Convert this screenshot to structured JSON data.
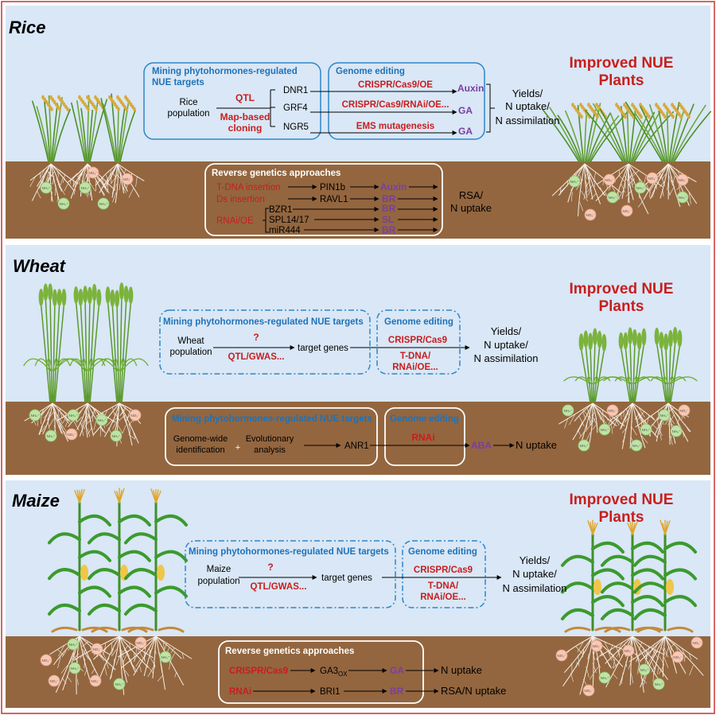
{
  "colors": {
    "sky": "#d9e7f6",
    "soil": "#93663f",
    "red": "#c81e1e",
    "blue": "#1f72b8",
    "purple": "#7a3ea0",
    "frame": "#c83232"
  },
  "rice": {
    "title": "Rice",
    "improved": [
      "Improved NUE",
      "Plants"
    ],
    "mining_title": [
      "Mining phytohormones-regulated",
      "NUE targets"
    ],
    "population": [
      "Rice",
      "population"
    ],
    "methods": [
      "QTL",
      "Map-based",
      "cloning"
    ],
    "genes": [
      "DNR1",
      "GRF4",
      "NGR5"
    ],
    "editing_title": "Genome editing",
    "editing_methods": [
      "CRISPR/Cas9/OE",
      "CRISPR/Cas9/RNAi/OE...",
      "EMS mutagenesis"
    ],
    "hormones": [
      "Auxin",
      "GA",
      "GA"
    ],
    "outcomes": [
      "Yields/",
      "N uptake/",
      "N assimilation"
    ],
    "reverse_title": "Reverse genetics approaches",
    "rev_methods": [
      "T-DNA insertion",
      "Ds insertion",
      "RNAi/OE"
    ],
    "rev_genes": [
      "PIN1b",
      "RAVL1",
      "BZR1",
      "SPL14/17",
      "miR444"
    ],
    "rev_hormones": [
      "Auxin",
      "BR",
      "BR",
      "SL",
      "BR"
    ],
    "rev_outcomes": [
      "RSA/",
      "N uptake"
    ]
  },
  "wheat": {
    "title": "Wheat",
    "improved": [
      "Improved NUE",
      "Plants"
    ],
    "mining_title": "Mining phytohormones-regulated NUE targets",
    "population": [
      "Wheat",
      "population"
    ],
    "question": "?",
    "method": "QTL/GWAS...",
    "target": "target genes",
    "editing_title": "Genome editing",
    "editing_methods": [
      "CRISPR/Cas9",
      "T-DNA/",
      "RNAi/OE..."
    ],
    "outcomes": [
      "Yields/",
      "N uptake/",
      "N assimilation"
    ],
    "root_mining_title": "Mining phytohormones-regulated NUE targets",
    "root_genome": [
      "Genome-wide",
      "identification"
    ],
    "plus": "+",
    "root_evo": [
      "Evolutionary",
      "analysis"
    ],
    "root_gene": "ANR1",
    "root_editing_title": "Genome editing",
    "root_method": "RNAi",
    "root_hormone": "ABA",
    "root_outcome": "N uptake"
  },
  "maize": {
    "title": "Maize",
    "improved": [
      "Improved NUE",
      "Plants"
    ],
    "mining_title": "Mining phytohormones-regulated NUE targets",
    "population": [
      "Maize",
      "population"
    ],
    "question": "?",
    "method": "QTL/GWAS...",
    "target": "target genes",
    "editing_title": "Genome editing",
    "editing_methods": [
      "CRISPR/Cas9",
      "T-DNA/",
      "RNAi/OE..."
    ],
    "outcomes": [
      "Yields/",
      "N uptake/",
      "N assimilation"
    ],
    "reverse_title": "Reverse genetics approaches",
    "rev_methods": [
      "CRISPR/Cas9",
      "RNAi"
    ],
    "rev_gene_base": "GA3",
    "rev_gene_sub": "OX",
    "rev_gene2": "BRI1",
    "rev_hormones": [
      "GA",
      "BR"
    ],
    "rev_outcomes": [
      "N uptake",
      "RSA/N uptake"
    ]
  },
  "ions": {
    "nh4": "NH₄⁺",
    "no3": "NO₃⁻"
  }
}
